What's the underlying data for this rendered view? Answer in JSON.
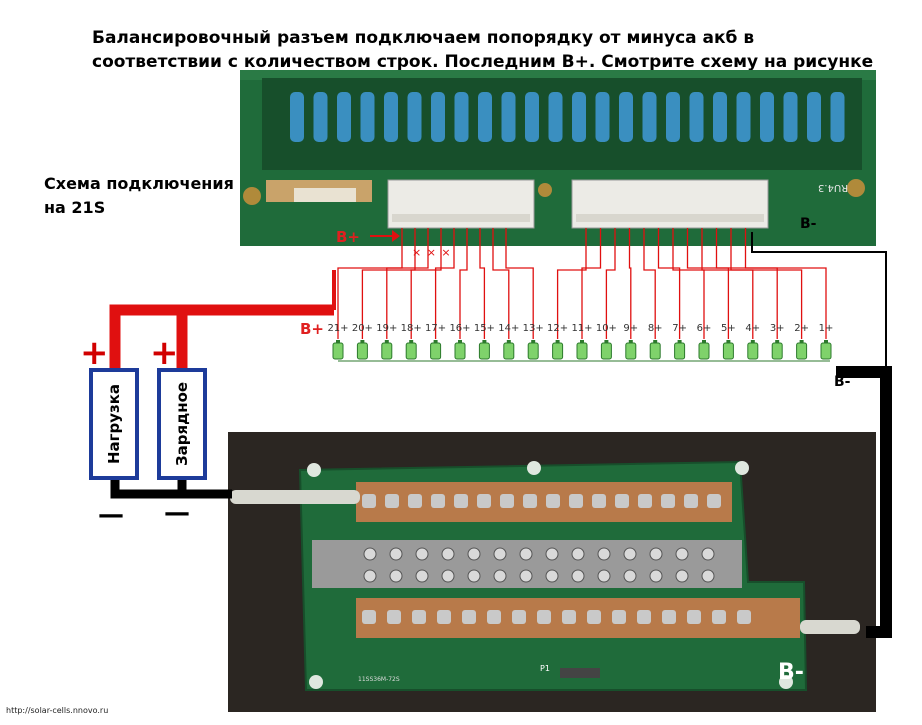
{
  "header": {
    "line1": "Балансировочный разъем подключаем попорядку от минуса акб в",
    "line2": "соответствии с количеством строк. Последним В+. Смотрите схему на рисунке"
  },
  "scheme": {
    "line1": "Схема подключения",
    "line2": "на 21S"
  },
  "pcb_top": {
    "silkscreen": "RU4.3"
  },
  "labels": {
    "b_plus_top": "B+",
    "b_plus_left": "B+",
    "b_minus_top": "B-",
    "b_minus_mid": "B-",
    "b_minus_bottom": "B-",
    "nc_marks": "× × ×"
  },
  "cells": [
    "21+",
    "20+",
    "19+",
    "18+",
    "17+",
    "16+",
    "15+",
    "14+",
    "13+",
    "12+",
    "11+",
    "10+",
    "9+",
    "8+",
    "7+",
    "6+",
    "5+",
    "4+",
    "3+",
    "2+",
    "1+"
  ],
  "devices": {
    "load": "Нагрузка",
    "charger": "Зарядное",
    "plus": "+",
    "minus": "—"
  },
  "pcb_bottom": {
    "p1": "P1",
    "model": "11SS36M-72S"
  },
  "footer": "http://solar-cells.nnovo.ru",
  "colors": {
    "wire_red": "#e01010",
    "wire_black": "#000000",
    "pcb_green": "#1f6b3a",
    "resistor_blue": "#3a8fc0",
    "copper": "#b87a4a"
  }
}
